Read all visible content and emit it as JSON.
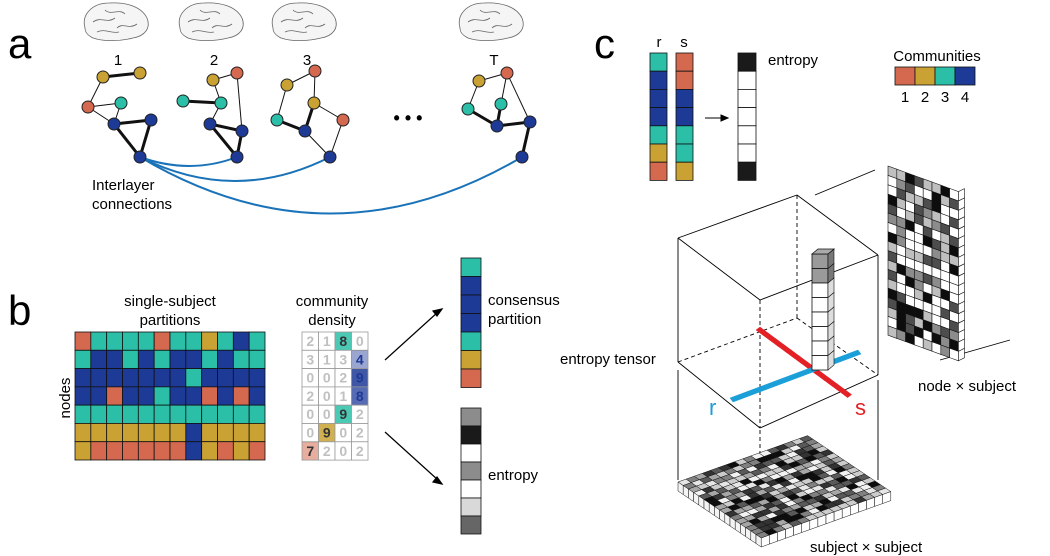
{
  "panels": {
    "a": "a",
    "b": "b",
    "c": "c"
  },
  "a": {
    "layer_labels": [
      "1",
      "2",
      "3",
      "T"
    ],
    "ellipsis": "• • •",
    "interlayer_line1": "Interlayer",
    "interlayer_line2": "connections"
  },
  "b": {
    "single_subject_line1": "single-subject",
    "single_subject_line2": "partitions",
    "nodes_label": "nodes",
    "community_line1": "community",
    "community_line2": "density",
    "density_values": [
      [
        "2",
        "1",
        "8",
        "0"
      ],
      [
        "3",
        "1",
        "3",
        "4"
      ],
      [
        "0",
        "0",
        "2",
        "9"
      ],
      [
        "2",
        "0",
        "1",
        "8"
      ],
      [
        "0",
        "0",
        "9",
        "2"
      ],
      [
        "0",
        "9",
        "0",
        "2"
      ],
      [
        "7",
        "2",
        "0",
        "2"
      ]
    ],
    "consensus_line1": "consensus",
    "consensus_line2": "partition",
    "entropy_label": "entropy"
  },
  "c": {
    "r_label": "r",
    "s_label": "s",
    "entropy_label": "entropy",
    "communities_title": "Communities",
    "community_numbers": [
      "1",
      "2",
      "3",
      "4"
    ],
    "entropy_tensor": "entropy tensor",
    "node_subject": "node × subject",
    "subject_subject": "subject × subject"
  },
  "colors": {
    "community1": "#d4694f",
    "community2": "#c9a233",
    "community3": "#2bbfa8",
    "community4": "#1e3a97",
    "red": "#e32026",
    "blue": "#1b9fd8",
    "link": "#1a73b8"
  }
}
